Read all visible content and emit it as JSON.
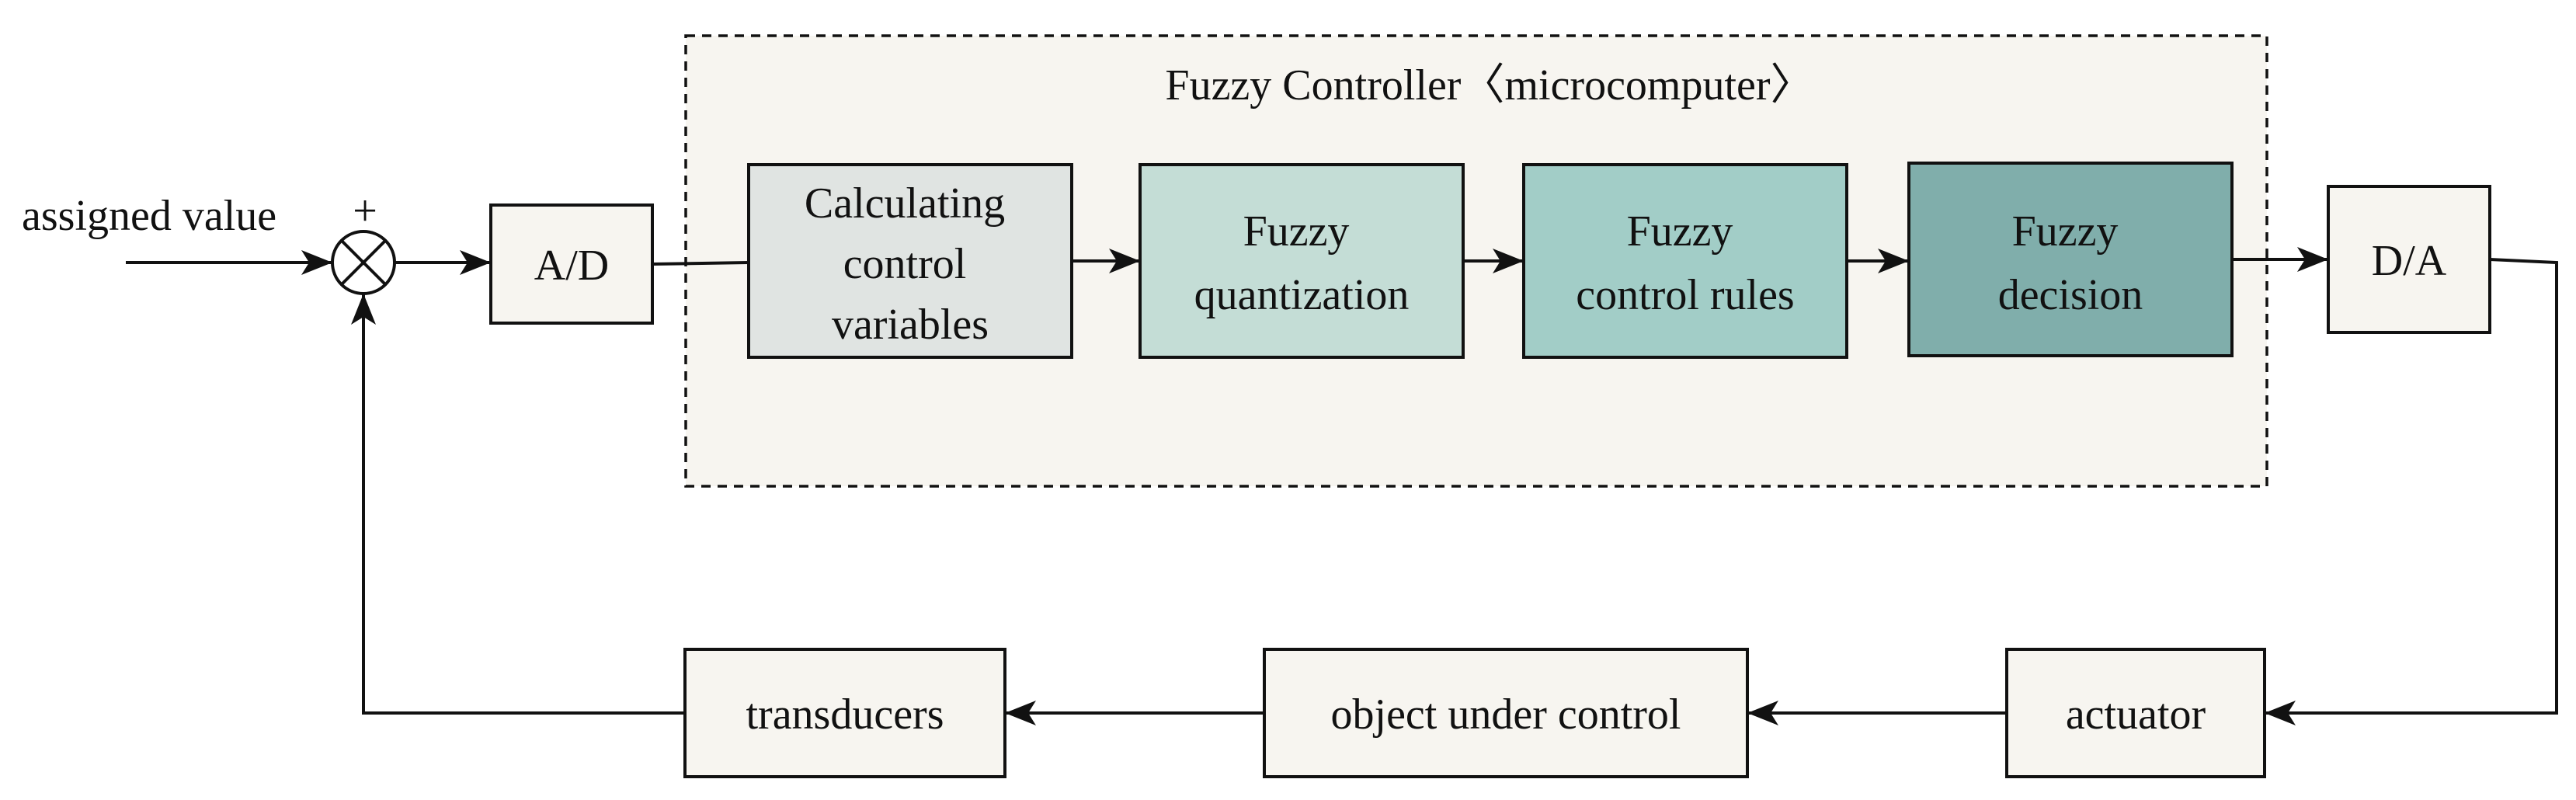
{
  "diagram": {
    "input_label": "assigned value",
    "sign_plus": "+",
    "controller_title": "Fuzzy Controller〈microcomputer〉",
    "ad_label": "A/D",
    "da_label": "D/A",
    "calc_lines": [
      "Calculating",
      "control",
      "variables"
    ],
    "quant_lines": [
      "Fuzzy",
      "quantization"
    ],
    "rules_lines": [
      "Fuzzy",
      "control rules"
    ],
    "decision_lines": [
      "Fuzzy",
      "decision"
    ],
    "actuator_label": "actuator",
    "object_label": "object under control",
    "transducers_label": "transducers"
  },
  "colors": {
    "controller_fill": "#f7f5f0",
    "box_fill": "#f7f5f0",
    "calc_fill": "#e0e4e2",
    "quant_fill": "#c4ddd6",
    "rules_fill": "#a2cdc7",
    "decision_fill": "#80aeab",
    "line": "#111111"
  }
}
